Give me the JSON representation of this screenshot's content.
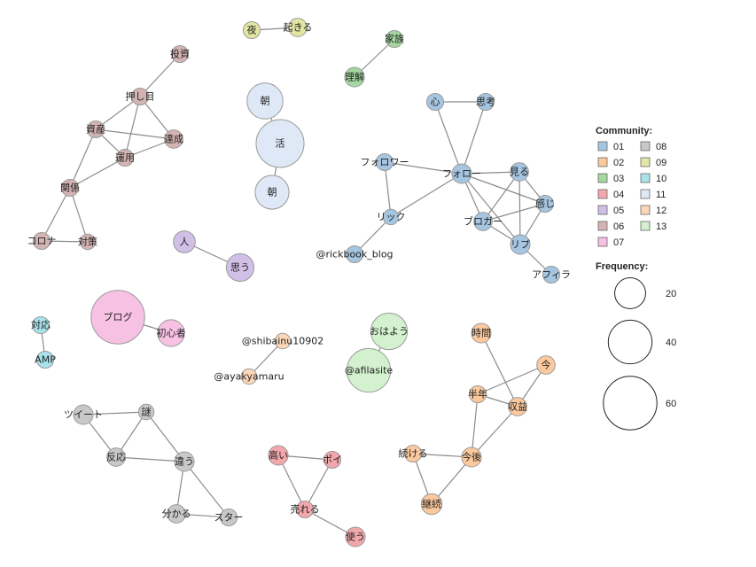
{
  "nodes": [
    {
      "id": "yoru",
      "label": "夜",
      "c": "09",
      "f": 6
    },
    {
      "id": "okiru",
      "label": "起きる",
      "c": "09",
      "f": 7
    },
    {
      "id": "kazoku",
      "label": "家族",
      "c": "03",
      "f": 6
    },
    {
      "id": "rikai",
      "label": "理解",
      "c": "03",
      "f": 8
    },
    {
      "id": "toushi",
      "label": "投資",
      "c": "06",
      "f": 6
    },
    {
      "id": "oshime",
      "label": "押し目",
      "c": "06",
      "f": 6
    },
    {
      "id": "shisan",
      "label": "資産",
      "c": "06",
      "f": 6
    },
    {
      "id": "tassei",
      "label": "達成",
      "c": "06",
      "f": 7
    },
    {
      "id": "unyou",
      "label": "運用",
      "c": "06",
      "f": 6
    },
    {
      "id": "kankei",
      "label": "関係",
      "c": "06",
      "f": 6
    },
    {
      "id": "corona",
      "label": "コロナ",
      "c": "06",
      "f": 6
    },
    {
      "id": "taisaku",
      "label": "対策",
      "c": "06",
      "f": 5
    },
    {
      "id": "asa1",
      "label": "朝",
      "c": "11",
      "f": 27
    },
    {
      "id": "katsu",
      "label": "活",
      "c": "11",
      "f": 48
    },
    {
      "id": "asa2",
      "label": "朝",
      "c": "11",
      "f": 24
    },
    {
      "id": "kokoro",
      "label": "心",
      "c": "01",
      "f": 6
    },
    {
      "id": "shikou",
      "label": "思考",
      "c": "01",
      "f": 6
    },
    {
      "id": "follower",
      "label": "フォロワー",
      "c": "01",
      "f": 6
    },
    {
      "id": "follow",
      "label": "フォロー",
      "c": "01",
      "f": 8
    },
    {
      "id": "miru",
      "label": "見る",
      "c": "01",
      "f": 7
    },
    {
      "id": "kanji",
      "label": "感じ",
      "c": "01",
      "f": 6
    },
    {
      "id": "rikku",
      "label": "リック",
      "c": "01",
      "f": 5
    },
    {
      "id": "blogger",
      "label": "ブロガー",
      "c": "01",
      "f": 7
    },
    {
      "id": "ripu",
      "label": "リプ",
      "c": "01",
      "f": 8
    },
    {
      "id": "rickbook",
      "label": "@rickbook_blog",
      "c": "01",
      "f": 6
    },
    {
      "id": "affiliate",
      "label": "アフィラ",
      "c": "01",
      "f": 6
    },
    {
      "id": "hito",
      "label": "人",
      "c": "05",
      "f": 10
    },
    {
      "id": "omou",
      "label": "思う",
      "c": "05",
      "f": 16
    },
    {
      "id": "blog",
      "label": "ブログ",
      "c": "07",
      "f": 60
    },
    {
      "id": "shoshinsha",
      "label": "初心者",
      "c": "07",
      "f": 15
    },
    {
      "id": "taiou",
      "label": "対応",
      "c": "10",
      "f": 6
    },
    {
      "id": "amp",
      "label": "AMP",
      "c": "10",
      "f": 6
    },
    {
      "id": "shibainu",
      "label": "@shibainu10902",
      "c": "12",
      "f": 5
    },
    {
      "id": "ayakyamaru",
      "label": "@ayakyamaru",
      "c": "12",
      "f": 5
    },
    {
      "id": "ohayou",
      "label": "おはよう",
      "c": "13",
      "f": 28
    },
    {
      "id": "afilasite",
      "label": "@afilasite",
      "c": "13",
      "f": 40
    },
    {
      "id": "jikan",
      "label": "時間",
      "c": "02",
      "f": 8
    },
    {
      "id": "ima",
      "label": "今",
      "c": "02",
      "f": 7
    },
    {
      "id": "hantoshi",
      "label": "半年",
      "c": "02",
      "f": 6
    },
    {
      "id": "shueki",
      "label": "収益",
      "c": "02",
      "f": 7
    },
    {
      "id": "tsuzukeru",
      "label": "続ける",
      "c": "02",
      "f": 6
    },
    {
      "id": "kongo",
      "label": "今後",
      "c": "02",
      "f": 8
    },
    {
      "id": "keizoku",
      "label": "継続",
      "c": "02",
      "f": 9
    },
    {
      "id": "tweet",
      "label": "ツイート",
      "c": "08",
      "f": 8
    },
    {
      "id": "nazo",
      "label": "謎",
      "c": "08",
      "f": 5
    },
    {
      "id": "hannou",
      "label": "反応",
      "c": "08",
      "f": 7
    },
    {
      "id": "chigau",
      "label": "違う",
      "c": "08",
      "f": 8
    },
    {
      "id": "wakaru",
      "label": "分かる",
      "c": "08",
      "f": 7
    },
    {
      "id": "star",
      "label": "スター",
      "c": "08",
      "f": 6
    },
    {
      "id": "takai",
      "label": "高い",
      "c": "04",
      "f": 8
    },
    {
      "id": "poi",
      "label": "ポイ",
      "c": "04",
      "f": 6
    },
    {
      "id": "ureru",
      "label": "売れる",
      "c": "04",
      "f": 6
    },
    {
      "id": "tsukau",
      "label": "使う",
      "c": "04",
      "f": 8
    }
  ],
  "edges": [
    [
      "yoru",
      "okiru"
    ],
    [
      "kazoku",
      "rikai"
    ],
    [
      "toushi",
      "oshime"
    ],
    [
      "oshime",
      "shisan"
    ],
    [
      "oshime",
      "tassei"
    ],
    [
      "oshime",
      "unyou"
    ],
    [
      "shisan",
      "tassei"
    ],
    [
      "shisan",
      "unyou"
    ],
    [
      "shisan",
      "kankei"
    ],
    [
      "tassei",
      "unyou"
    ],
    [
      "unyou",
      "kankei"
    ],
    [
      "kankei",
      "corona"
    ],
    [
      "kankei",
      "taisaku"
    ],
    [
      "corona",
      "taisaku"
    ],
    [
      "asa1",
      "katsu"
    ],
    [
      "katsu",
      "asa2"
    ],
    [
      "kokoro",
      "shikou"
    ],
    [
      "kokoro",
      "follow"
    ],
    [
      "shikou",
      "follow"
    ],
    [
      "follower",
      "follow"
    ],
    [
      "follower",
      "rikku"
    ],
    [
      "follow",
      "miru"
    ],
    [
      "follow",
      "kanji"
    ],
    [
      "follow",
      "blogger"
    ],
    [
      "follow",
      "ripu"
    ],
    [
      "follow",
      "rikku"
    ],
    [
      "miru",
      "kanji"
    ],
    [
      "miru",
      "blogger"
    ],
    [
      "miru",
      "ripu"
    ],
    [
      "kanji",
      "blogger"
    ],
    [
      "kanji",
      "ripu"
    ],
    [
      "blogger",
      "ripu"
    ],
    [
      "rikku",
      "rickbook"
    ],
    [
      "ripu",
      "affiliate"
    ],
    [
      "hito",
      "omou"
    ],
    [
      "blog",
      "shoshinsha"
    ],
    [
      "taiou",
      "amp"
    ],
    [
      "shibainu",
      "ayakyamaru"
    ],
    [
      "ohayou",
      "afilasite"
    ],
    [
      "jikan",
      "shueki"
    ],
    [
      "ima",
      "hantoshi"
    ],
    [
      "ima",
      "shueki"
    ],
    [
      "hantoshi",
      "shueki"
    ],
    [
      "hantoshi",
      "kongo"
    ],
    [
      "shueki",
      "kongo"
    ],
    [
      "tsuzukeru",
      "kongo"
    ],
    [
      "tsuzukeru",
      "keizoku"
    ],
    [
      "kongo",
      "keizoku"
    ],
    [
      "tweet",
      "nazo"
    ],
    [
      "tweet",
      "hannou"
    ],
    [
      "nazo",
      "hannou"
    ],
    [
      "nazo",
      "chigau"
    ],
    [
      "hannou",
      "chigau"
    ],
    [
      "chigau",
      "wakaru"
    ],
    [
      "chigau",
      "star"
    ],
    [
      "wakaru",
      "star"
    ],
    [
      "takai",
      "poi"
    ],
    [
      "takai",
      "ureru"
    ],
    [
      "poi",
      "ureru"
    ],
    [
      "ureru",
      "tsukau"
    ]
  ],
  "colors": {
    "01": "#a6c5e0",
    "02": "#fbc99d",
    "03": "#a5d8a0",
    "04": "#f2a7ac",
    "05": "#d1bfe6",
    "06": "#d3b4b2",
    "07": "#f7c1e4",
    "08": "#c8c8c8",
    "09": "#e3e6a2",
    "10": "#a8e3ec",
    "11": "#dfe8f6",
    "12": "#fdd8b8",
    "13": "#d3f0cf"
  },
  "legend": {
    "community_title": "Community:",
    "community_left": [
      "01",
      "02",
      "03",
      "04",
      "05",
      "06",
      "07"
    ],
    "community_right": [
      "08",
      "09",
      "10",
      "11",
      "12",
      "13"
    ],
    "frequency_title": "Frequency:",
    "frequency_values": [
      "20",
      "40",
      "60"
    ]
  }
}
